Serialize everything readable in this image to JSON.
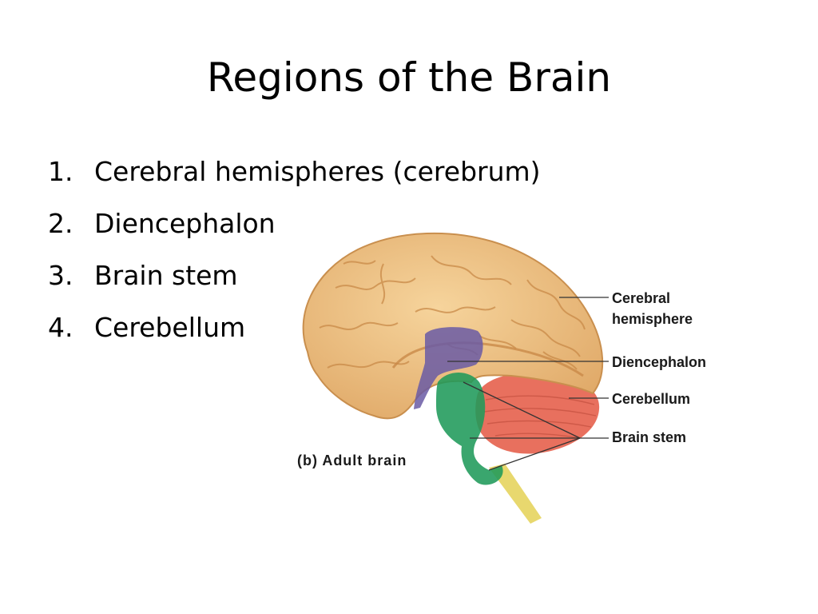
{
  "slide": {
    "title": "Regions of the Brain"
  },
  "regions": [
    {
      "number": "1.",
      "label": "Cerebral hemispheres (cerebrum)"
    },
    {
      "number": "2.",
      "label": "Diencephalon"
    },
    {
      "number": "3.",
      "label": "Brain stem"
    },
    {
      "number": "4.",
      "label": "Cerebellum"
    }
  ],
  "figure": {
    "caption": "(b) Adult brain",
    "labels": {
      "cerebral_line1": "Cerebral",
      "cerebral_line2": "hemisphere",
      "diencephalon": "Diencephalon",
      "cerebellum": "Cerebellum",
      "brain_stem": "Brain stem"
    }
  },
  "colors": {
    "cerebrum": "#eec48a",
    "diencephalon": "#6a5aa5",
    "cerebellum": "#e8705e",
    "brain_stem": "#1f9a5a",
    "spinal_cord": "#e3d35a"
  }
}
